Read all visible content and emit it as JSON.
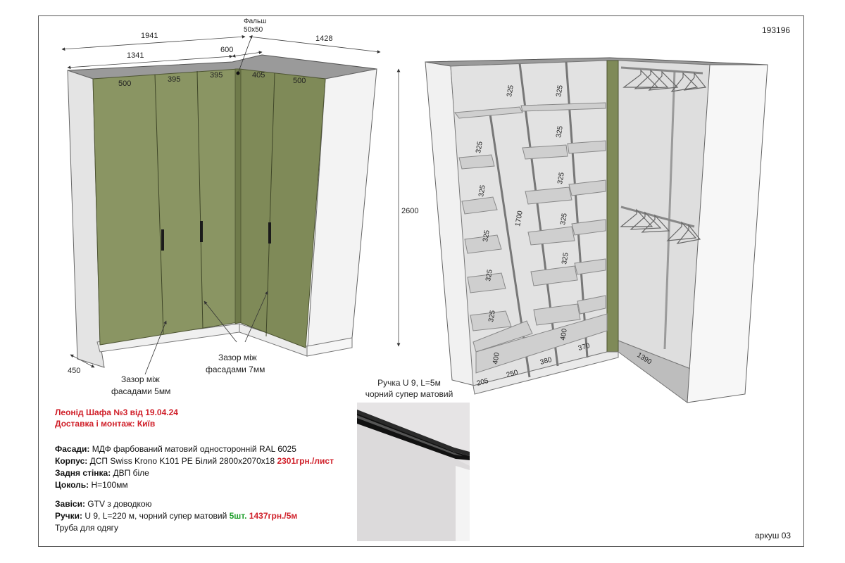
{
  "sheet": {
    "number": "193196",
    "label": "аркуш 03"
  },
  "left_drawing": {
    "dims": {
      "total_left": "1941",
      "total_right": "1428",
      "left_run": "1341",
      "corner": "600",
      "depth": "450",
      "height": "2600",
      "falsh": "Фальш",
      "falsh_size": "50x50"
    },
    "door_widths": [
      "500",
      "395",
      "395",
      "405",
      "500"
    ],
    "gap_note_left": {
      "line1": "Зазор між",
      "line2": "фасадами 5мм"
    },
    "gap_note_right": {
      "line1": "Зазор між",
      "line2": "фасадами 7мм"
    }
  },
  "right_drawing": {
    "dims": {
      "d325_top_a": "325",
      "d325_top_b": "325",
      "d325_col_left": [
        "325",
        "325",
        "325",
        "325",
        "325"
      ],
      "d1700": "1700",
      "d325_col_right": [
        "325",
        "325",
        "325",
        "325"
      ],
      "d400_a": "400",
      "d400_b": "400",
      "d205": "205",
      "d250": "250",
      "d380": "380",
      "d370": "370",
      "d1390": "1390"
    }
  },
  "handle": {
    "caption_line1": "Ручка U 9, L=5м",
    "caption_line2": "чорний супер матовий"
  },
  "title": {
    "line1": "Леонід Шафа №3 від 19.04.24",
    "line2": "Доставка і монтаж: Київ"
  },
  "spec": {
    "facades_label": "Фасади:",
    "facades_value": " МДФ фарбований матовий односторонній RAL 6025",
    "body_label": "Корпус:",
    "body_value": " ДСП Swiss Krono K101 PE Білий 2800x2070x18 ",
    "body_price": "2301грн./лист",
    "back_label": "Задня стінка:",
    "back_value": "  ДВП біле",
    "plinth_label": "Цоколь:",
    "plinth_value": " Н=100мм",
    "hinges_label": "Завіси:",
    "hinges_value": " GTV з доводкою",
    "handles_label": "Ручки:",
    "handles_value": " U 9, L=220 м, чорний супер матовий ",
    "handles_qty": "5шт.",
    "handles_price": " 1437грн./5м",
    "rail": "Труба для одягу"
  },
  "colors": {
    "facade": "#8a9563",
    "facade_dark": "#76814f",
    "body": "#f4f4f4",
    "title_red": "#d0202a",
    "qty_green": "#1f9e2c"
  }
}
